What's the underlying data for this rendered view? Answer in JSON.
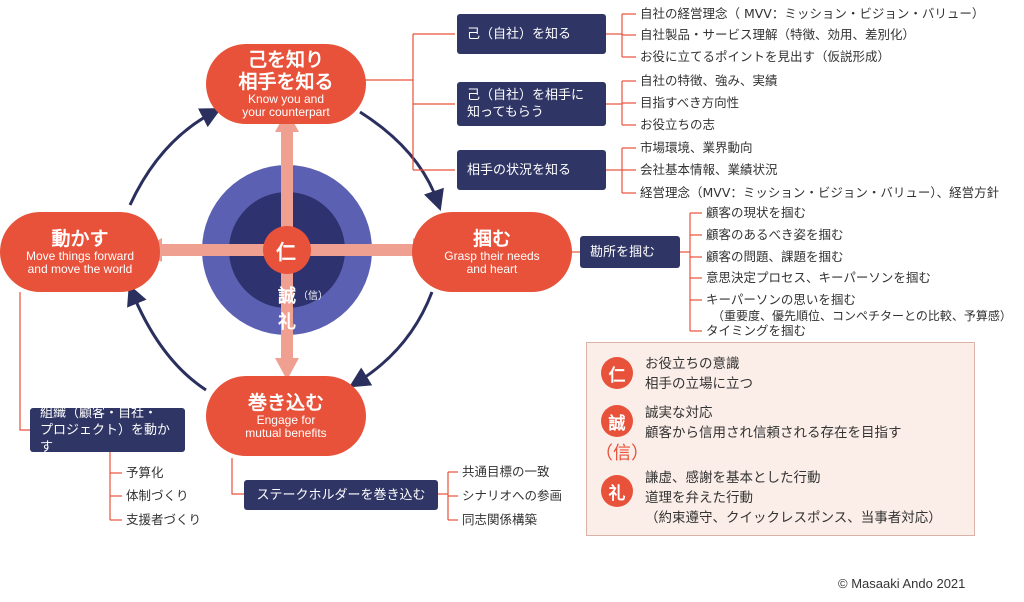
{
  "center": {
    "jin": "仁",
    "sei": "誠",
    "shin_small": "（信）",
    "rei": "礼"
  },
  "pills": {
    "top": {
      "title": "己を知り\n相手を知る",
      "sub": "Know you and\nyour counterpart"
    },
    "right": {
      "title": "掴む",
      "sub": "Grasp their needs\nand heart"
    },
    "bottom": {
      "title": "巻き込む",
      "sub": "Engage for\nmutual benefits"
    },
    "left": {
      "title": "動かす",
      "sub": "Move things forward\nand move the world"
    }
  },
  "know": {
    "groups": [
      {
        "label": "己（自社）を知る",
        "items": [
          "自社の経営理念（ MVV：ミッション・ビジョン・バリュー）",
          "自社製品・サービス理解（特徴、効用、差別化）",
          "お役に立てるポイントを見出す（仮説形成）"
        ]
      },
      {
        "label": "己（自社）を相手に\n知ってもらう",
        "items": [
          "自社の特徴、強み、実績",
          "目指すべき方向性",
          "お役立ちの志"
        ]
      },
      {
        "label": "相手の状況を知る",
        "items": [
          "市場環境、業界動向",
          "会社基本情報、業績状況",
          "経営理念（MVV：ミッション・ビジョン・バリュー）、経営方針"
        ]
      }
    ]
  },
  "grasp": {
    "label": "勘所を掴む",
    "items": [
      "顧客の現状を掴む",
      "顧客のあるべき姿を掴む",
      "顧客の問題、課題を掴む",
      "意思決定プロセス、キーパーソンを掴む",
      "キーパーソンの思いを掴む",
      "（重要度、優先順位、コンペチターとの比較、予算感）",
      "タイミングを掴む"
    ]
  },
  "move": {
    "label": "組織（顧客・自社・\nプロジェクト）を動かす",
    "items": [
      "予算化",
      "体制づくり",
      "支援者づくり"
    ]
  },
  "engage": {
    "label": "ステークホルダーを巻き込む",
    "items": [
      "共通目標の一致",
      "シナリオへの参画",
      "同志関係構築"
    ]
  },
  "legend": {
    "jin": {
      "badge": "仁",
      "text": "お役立ちの意識\n相手の立場に立つ"
    },
    "sei": {
      "badge": "誠",
      "shin": "（信）",
      "text": "誠実な対応\n顧客から信用され信頼される存在を目指す"
    },
    "rei": {
      "badge": "礼",
      "text": "謙虚、感謝を基本とした行動\n道理を弁えた行動\n（約束遵守、クイックレスポンス、当事者対応）"
    }
  },
  "copyright": "© Masaaki Ando 2021",
  "colors": {
    "accent": "#e8513a",
    "navy": "#2f3564",
    "cycle": "#2a2f5e",
    "arrow_pink": "#f0a090",
    "circle_outer": "#5b60b3",
    "circle_inner": "#2e3370"
  }
}
